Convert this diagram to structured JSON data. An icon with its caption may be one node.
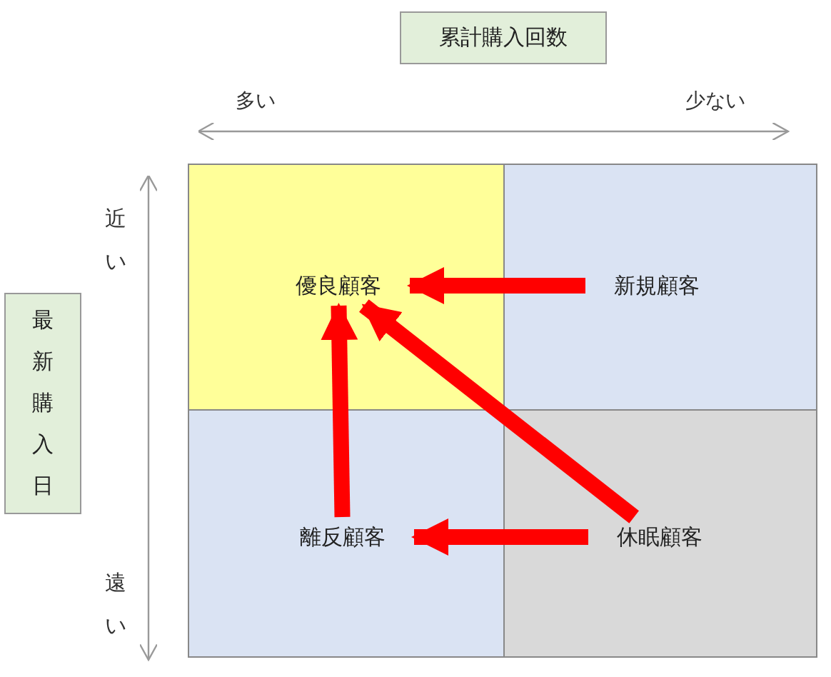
{
  "diagram": {
    "nodes": [
      {
        "text": [
          "累計購入回数"
        ]
      },
      {
        "text": [
          "最新購入日"
        ]
      },
      {
        "text": [
          "優良顧客"
        ]
      },
      {
        "text": [
          "新規顧客"
        ]
      },
      {
        "text": [
          "離反顧客"
        ]
      },
      {
        "text": [
          "休眠顧客"
        ]
      }
    ],
    "edges": [
      {
        "from": 3,
        "to": 2,
        "arrow": "to"
      },
      {
        "from": 5,
        "to": 2,
        "arrow": "to"
      },
      {
        "from": 4,
        "to": 2,
        "arrow": "to"
      },
      {
        "from": 5,
        "to": 4,
        "arrow": "to"
      }
    ],
    "labels": [
      "多い",
      "少ない",
      "近い",
      "遠い"
    ]
  }
}
